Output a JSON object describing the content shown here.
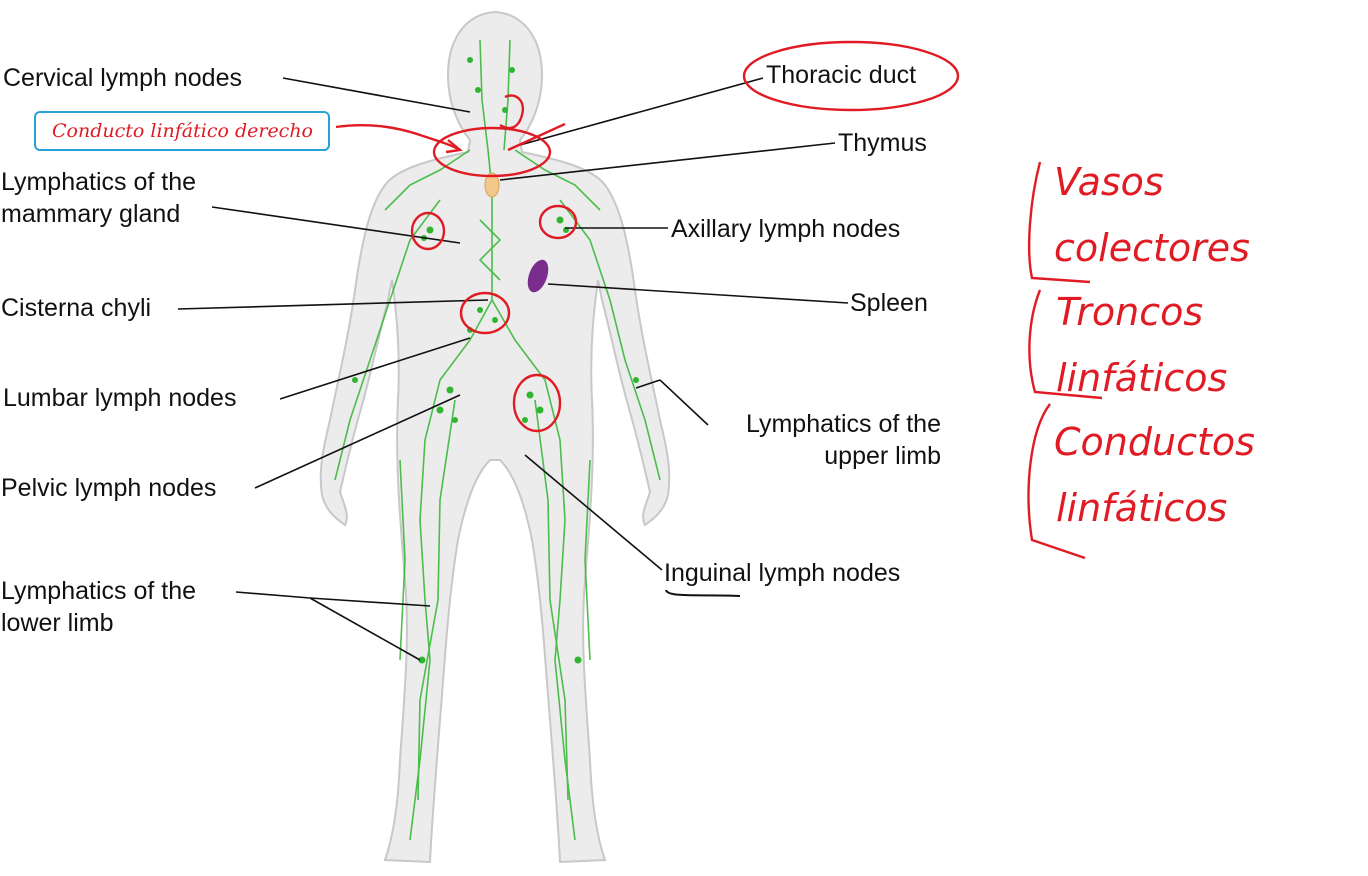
{
  "labels": {
    "cervical": "Cervical lymph nodes",
    "thoracic_duct": "Thoracic duct",
    "thymus": "Thymus",
    "mammary_1": "Lymphatics of the",
    "mammary_2": "mammary gland",
    "axillary": "Axillary lymph nodes",
    "cisterna": "Cisterna chyli",
    "spleen": "Spleen",
    "lumbar": "Lumbar lymph nodes",
    "upper_limb_1": "Lymphatics of the",
    "upper_limb_2": "upper limb",
    "pelvic": "Pelvic lymph nodes",
    "inguinal": "Inguinal lymph nodes",
    "lower_limb_1": "Lymphatics of the",
    "lower_limb_2": "lower limb"
  },
  "annotations": {
    "right_duct": "Conducto linfático derecho",
    "vasos": "Vasos",
    "colectores": "colectores",
    "troncos": "Troncos",
    "troncos_2": "linfáticos",
    "conductos": "Conductos",
    "conductos_2": "linfáticos"
  },
  "colors": {
    "lymph": "#2fb52f",
    "spleen": "#7b2d8e",
    "thymus": "#f2c98a",
    "body_fill": "#ececec",
    "body_stroke": "#c8c8c8",
    "ink_red": "#e01b24",
    "box_blue": "#2aa0d8"
  }
}
